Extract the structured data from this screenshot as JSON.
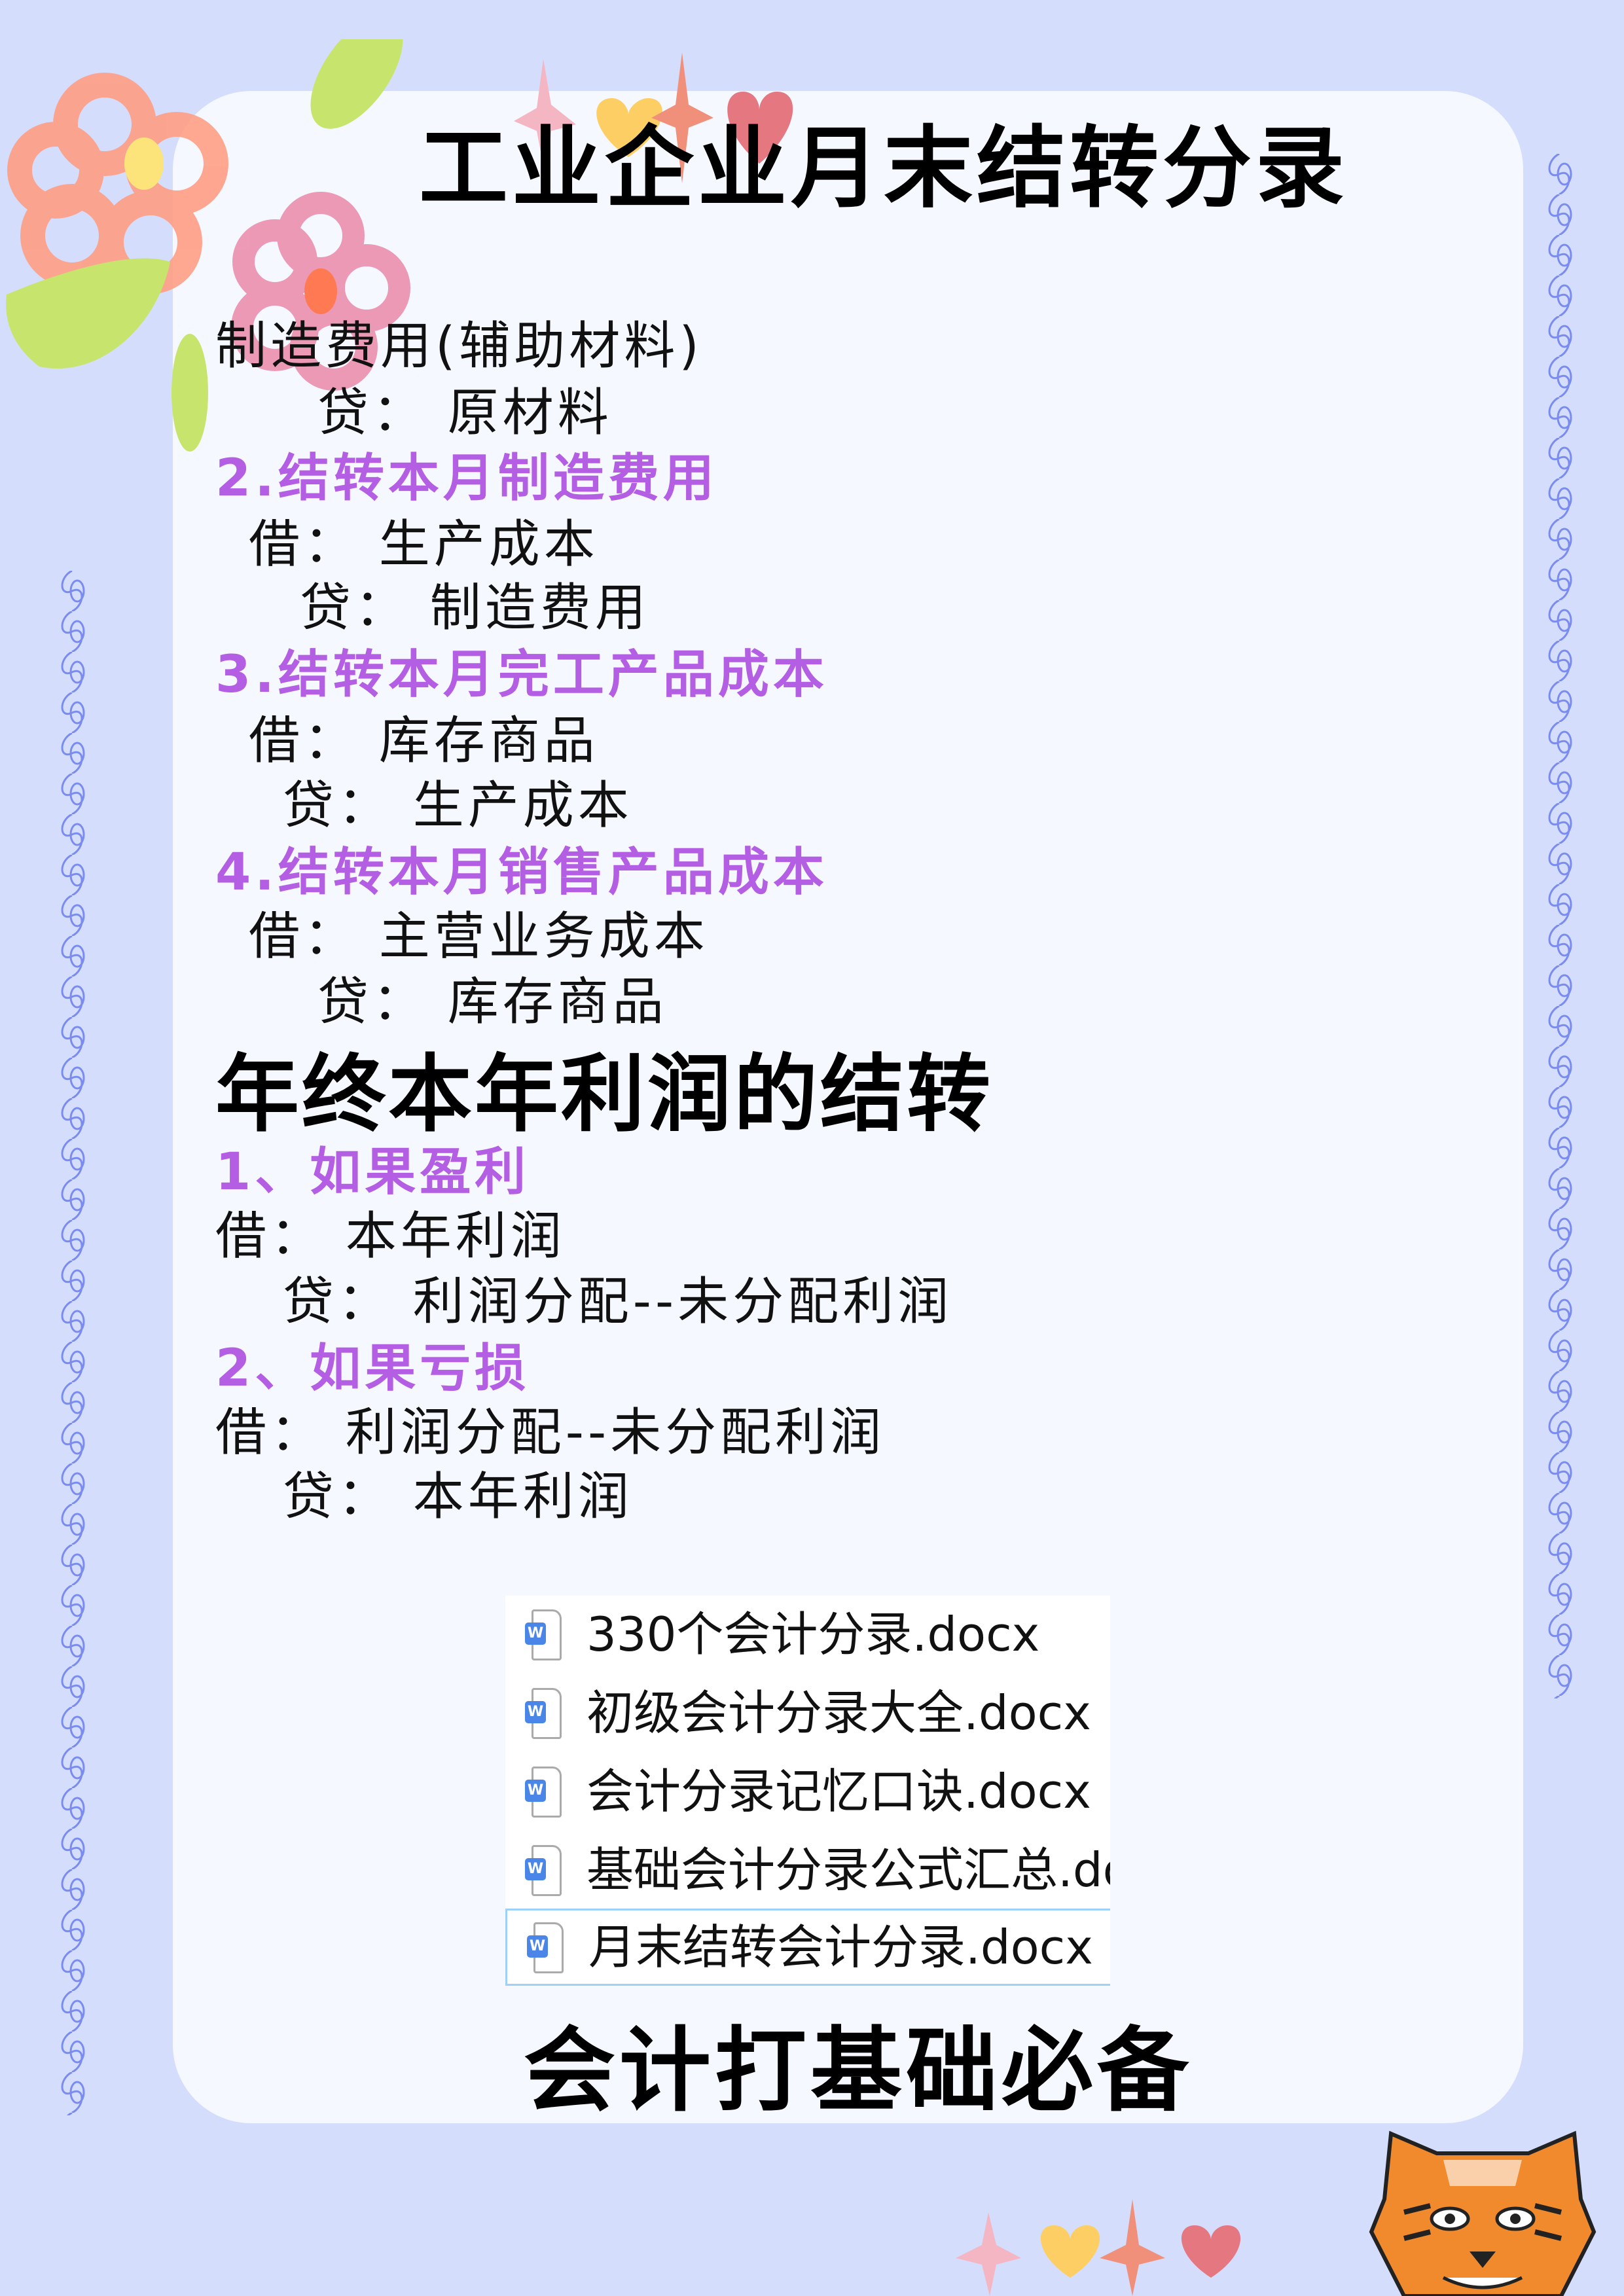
{
  "title": "工业企业月末结转分录",
  "entries": [
    {
      "text": "制造费用(辅助材料)",
      "type": "plain"
    },
    {
      "text": "贷：  原材料",
      "type": "plain"
    },
    {
      "text": "2.结转本月制造费用",
      "type": "sub"
    },
    {
      "text": "借：  生产成本",
      "type": "plain"
    },
    {
      "text": "贷：  制造费用",
      "type": "plain"
    },
    {
      "text": "3.结转本月完工产品成本",
      "type": "sub"
    },
    {
      "text": "借：  库存商品",
      "type": "plain"
    },
    {
      "text": "贷：  生产成本",
      "type": "plain"
    },
    {
      "text": "4.结转本月销售产品成本",
      "type": "sub"
    },
    {
      "text": "借：  主营业务成本",
      "type": "plain"
    },
    {
      "text": "贷：  库存商品",
      "type": "plain"
    }
  ],
  "year_end": {
    "heading": "年终本年利润的结转",
    "entries": [
      {
        "text": "1、如果盈利",
        "type": "sub"
      },
      {
        "text": "借：  本年利润",
        "type": "plain"
      },
      {
        "text": "贷：  利润分配--未分配利润",
        "type": "plain"
      },
      {
        "text": "2、如果亏损",
        "type": "sub"
      },
      {
        "text": "借：  利润分配--未分配利润",
        "type": "plain"
      },
      {
        "text": "贷：  本年利润",
        "type": "plain"
      }
    ]
  },
  "files": [
    {
      "name": "330个会计分录.docx",
      "icon": "word-doc-icon"
    },
    {
      "name": "初级会计分录大全.docx",
      "icon": "word-doc-icon"
    },
    {
      "name": "会计分录记忆口诀.docx",
      "icon": "word-doc-icon"
    },
    {
      "name": "基础会计分录公式汇总.docx",
      "icon": "word-doc-icon"
    },
    {
      "name": "月末结转会计分录.docx",
      "icon": "word-doc-icon",
      "selected": true
    }
  ],
  "file_icon_letter": "W",
  "footer": "会计打基础必备",
  "colors": {
    "background": "#d5ddfd",
    "card": "#f5f8ff",
    "accent": "#b35ee3",
    "squiggle": "#7b8cf0"
  }
}
